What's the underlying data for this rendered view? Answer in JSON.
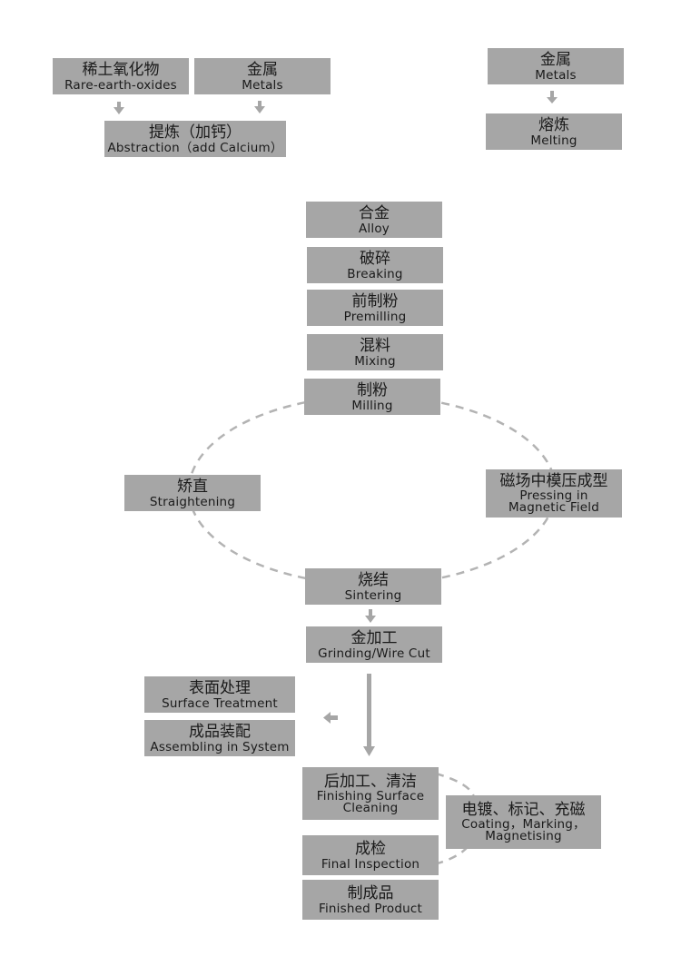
{
  "colors": {
    "box_fill": "#a6a6a6",
    "connector": "#a6a6a6",
    "dashed_loop": "#b3b3b3",
    "text": "#1a1a1a"
  },
  "steps": {
    "rare_earth_oxides": {
      "zh": "稀土氧化物",
      "en": "Rare-earth-oxides"
    },
    "metals_left": {
      "zh": "金属",
      "en": "Metals"
    },
    "abstraction": {
      "zh": "提炼（加钙）",
      "en": "Abstraction（add Calcium）"
    },
    "metals_right": {
      "zh": "金属",
      "en": "Metals"
    },
    "melting": {
      "zh": "熔炼",
      "en": "Melting"
    },
    "alloy": {
      "zh": "合金",
      "en": "Alloy"
    },
    "breaking": {
      "zh": "破碎",
      "en": "Breaking"
    },
    "premilling": {
      "zh": "前制粉",
      "en": "Premilling"
    },
    "mixing": {
      "zh": "混料",
      "en": "Mixing"
    },
    "milling": {
      "zh": "制粉",
      "en": "Milling"
    },
    "straightening": {
      "zh": "矫直",
      "en": "Straightening"
    },
    "pressing": {
      "zh": "磁场中模压成型",
      "en_line1": "Pressing in",
      "en_line2": "Magnetic Field"
    },
    "sintering": {
      "zh": "烧结",
      "en": "Sintering"
    },
    "grinding": {
      "zh": "金加工",
      "en": "Grinding/Wire Cut"
    },
    "surface_treatment": {
      "zh": "表面处理",
      "en": "Surface Treatment"
    },
    "assembling": {
      "zh": "成品装配",
      "en": "Assembling in System"
    },
    "finishing": {
      "zh": "后加工、清洁",
      "en_line1": "Finishing Surface",
      "en_line2": "Cleaning"
    },
    "coating": {
      "zh": "电镀、标记、充磁",
      "en_line1": "Coating，Marking，",
      "en_line2": "Magnetising"
    },
    "final_inspection": {
      "zh": "成检",
      "en": "Final Inspection"
    },
    "finished_product": {
      "zh": "制成品",
      "en": "Finished Product"
    }
  }
}
